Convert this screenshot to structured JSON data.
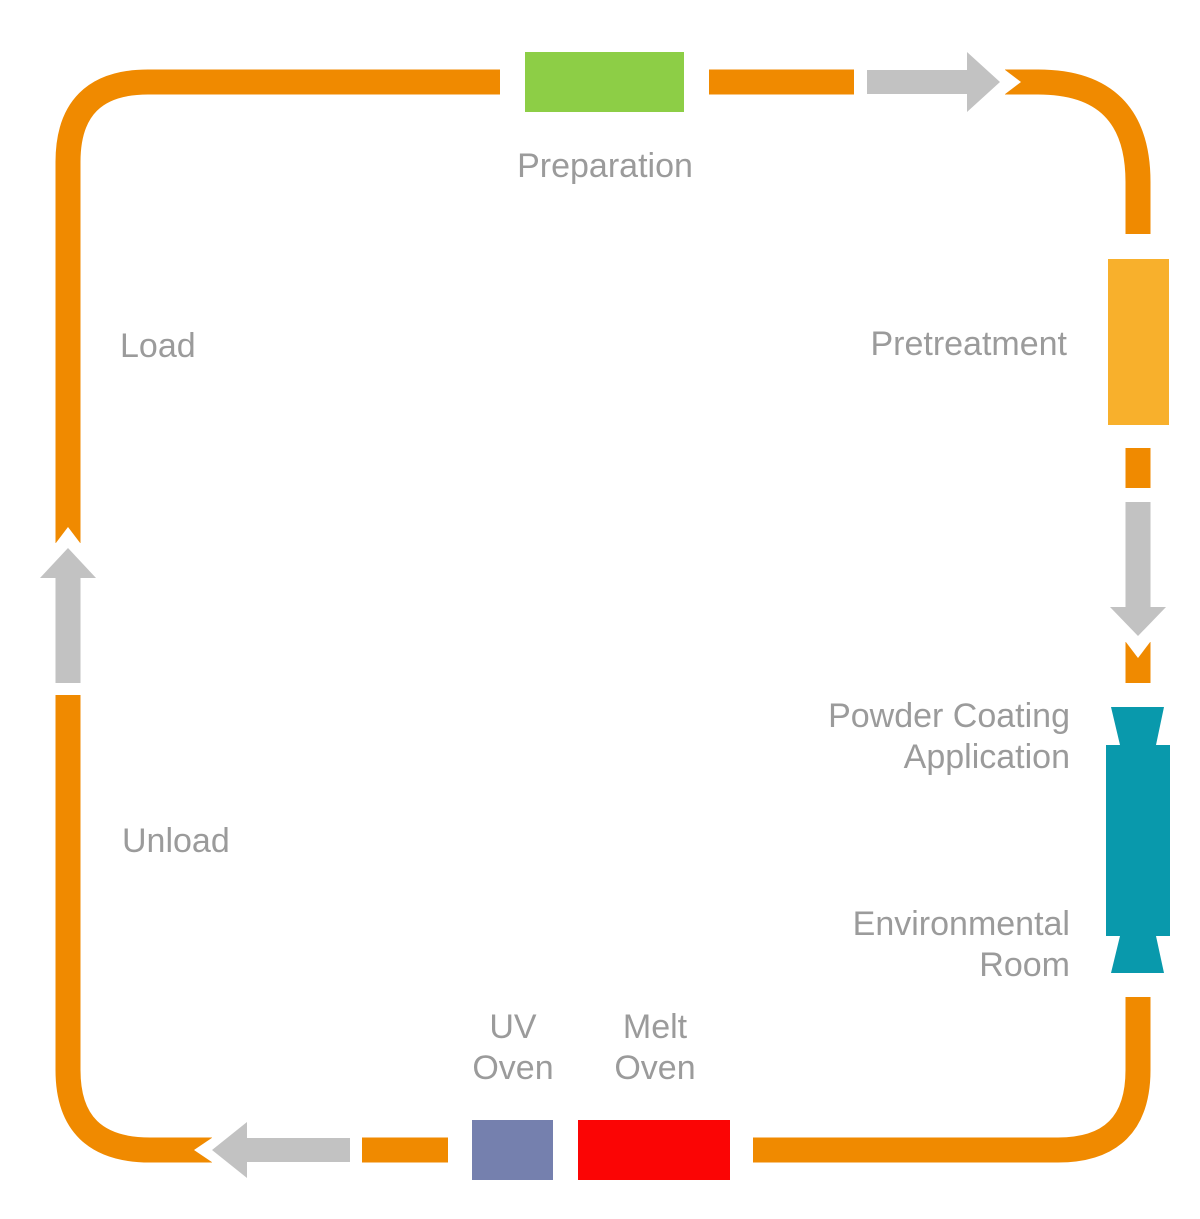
{
  "diagram": {
    "labels": {
      "preparation": "Preparation",
      "load": "Load",
      "pretreatment": "Pretreatment",
      "powder_coating_application": "Powder Coating\nApplication",
      "environmental_room": "Environmental\nRoom",
      "unload": "Unload",
      "uv_oven": "UV\nOven",
      "melt_oven": "Melt\nOven"
    },
    "colors": {
      "conveyor": "#F08A00",
      "arrow": "#C2C2C2",
      "label_text": "#9B9B9B",
      "preparation_station": "#8DCE46",
      "pretreatment_station": "#F8B02C",
      "coating_station": "#0999AC",
      "uv_oven_station": "#7580AE",
      "melt_oven_station": "#FB0505"
    }
  }
}
